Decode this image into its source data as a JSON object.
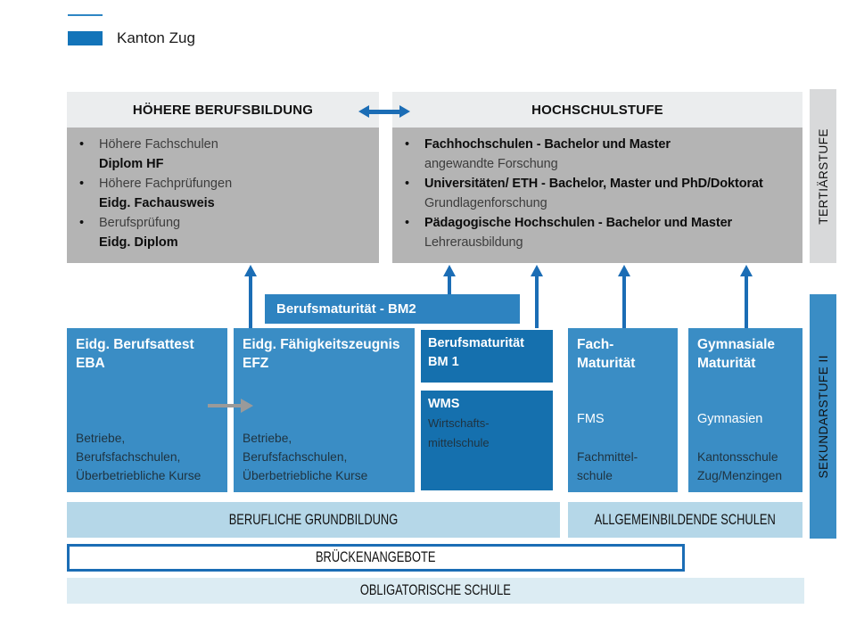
{
  "logo": {
    "label": "Kanton Zug"
  },
  "headers": {
    "hoehere_berufsbildung": "HÖHERE BERUFSBILDUNG",
    "hochschulstufe": "HOCHSCHULSTUFE"
  },
  "hoehere_berufsbildung_items": [
    {
      "title": "Höhere Fachschulen",
      "subtitle": "Diplom HF"
    },
    {
      "title": "Höhere Fachprüfungen",
      "subtitle": "Eidg. Fachausweis"
    },
    {
      "title": "Berufsprüfung",
      "subtitle": "Eidg. Diplom"
    }
  ],
  "hochschulstufe_items": [
    {
      "title": "Fachhochschulen - Bachelor und Master",
      "subtitle": "angewandte Forschung"
    },
    {
      "title": "Universitäten/ ETH - Bachelor, Master und PhD/Doktorat",
      "subtitle": "Grundlagenforschung"
    },
    {
      "title": "Pädagogische Hochschulen - Bachelor und Master",
      "subtitle": "Lehrerausbildung"
    }
  ],
  "side_labels": {
    "tertiaerstufe": "TERTIÄRSTUFE",
    "sekundarstufe": "SEKUNDARSTUFE II"
  },
  "bm2_label": "Berufsmaturität  - BM2",
  "boxes": {
    "eba": {
      "title": "Eidg. Berufsattest\nEBA",
      "body": "Betriebe,\nBerufsfachschulen,\nÜberbetriebliche Kurse"
    },
    "efz": {
      "title": "Eidg. Fähigkeitszeugnis\nEFZ",
      "body": "Betriebe,\nBerufsfachschulen,\nÜberbetriebliche Kurse"
    },
    "bm1": {
      "title": "Berufsmaturität\nBM 1"
    },
    "wms": {
      "title": "WMS",
      "body": "Wirtschafts-\nmittelschule"
    },
    "fms": {
      "title": "Fach-\nMaturität",
      "highlight": "FMS",
      "body": "Fachmittel-\nschule"
    },
    "gym": {
      "title": "Gymnasiale\nMaturität",
      "highlight": "Gymnasien",
      "body": "Kantonsschule\nZug/Menzingen"
    }
  },
  "bottom_bars": {
    "berufliche": "BERUFLICHE GRUNDBILDUNG",
    "allgemein": "ALLGEMEINBILDENDE SCHULEN",
    "bruecken": "BRÜCKENANGEBOTE",
    "obligatorisch": "OBLIGATORISCHE SCHULE"
  },
  "colors": {
    "box_blue": "#3a8dc5",
    "dark_blue": "#1570ae",
    "arrow_blue": "#1b6db5",
    "light_blue_bar": "#b5d7e8",
    "lighter_blue_bar": "#dcecf3",
    "gray_content_box": "#b4b4b4",
    "header_gray": "#ebedee",
    "tertiaer_bar_gray": "#d8d9da",
    "gray_arrow": "#9a9a9a"
  }
}
